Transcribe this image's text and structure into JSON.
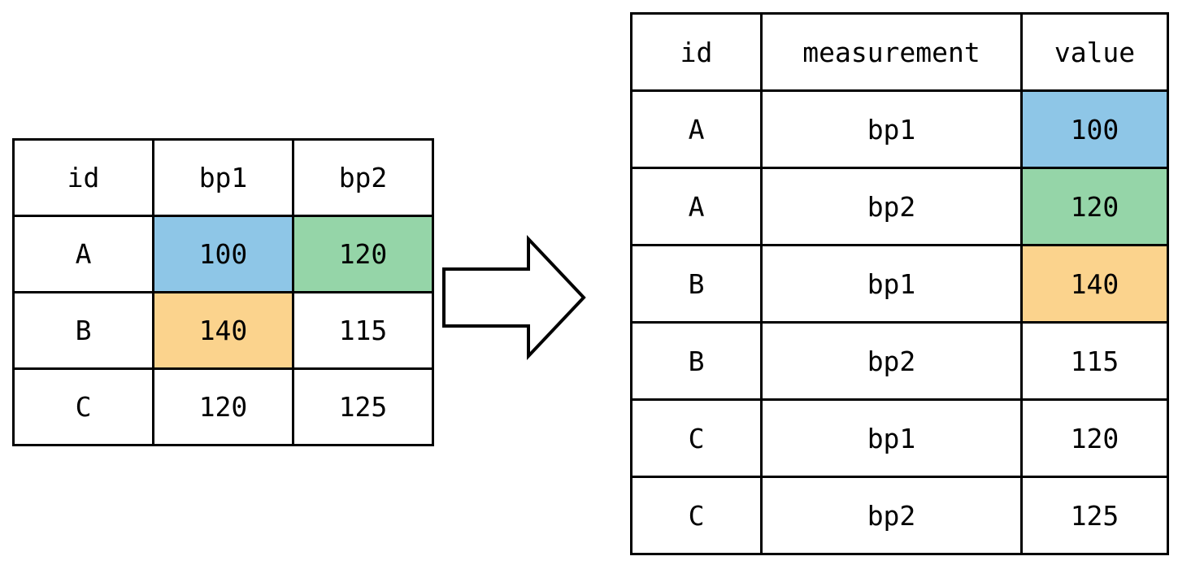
{
  "colors": {
    "blue": "#8ec6e7",
    "green": "#95d5a8",
    "orange": "#fbd38d",
    "border": "#000000",
    "background": "#ffffff"
  },
  "wide_table": {
    "headers": [
      {
        "label": "id",
        "weight": "bold"
      },
      {
        "label": "bp1",
        "weight": "normal"
      },
      {
        "label": "bp2",
        "weight": "normal"
      }
    ],
    "rows": [
      {
        "cells": [
          {
            "text": "A"
          },
          {
            "text": "100",
            "hl": "blue"
          },
          {
            "text": "120",
            "hl": "green"
          }
        ]
      },
      {
        "cells": [
          {
            "text": "B"
          },
          {
            "text": "140",
            "hl": "orange"
          },
          {
            "text": "115"
          }
        ]
      },
      {
        "cells": [
          {
            "text": "C"
          },
          {
            "text": "120"
          },
          {
            "text": "125"
          }
        ]
      }
    ]
  },
  "arrow": {
    "direction": "right"
  },
  "long_table": {
    "headers": [
      {
        "label": "id",
        "weight": "bold"
      },
      {
        "label": "measurement",
        "weight": "bold"
      },
      {
        "label": "value",
        "weight": "bold"
      }
    ],
    "rows": [
      {
        "cells": [
          {
            "text": "A"
          },
          {
            "text": "bp1"
          },
          {
            "text": "100",
            "hl": "blue"
          }
        ]
      },
      {
        "cells": [
          {
            "text": "A"
          },
          {
            "text": "bp2"
          },
          {
            "text": "120",
            "hl": "green"
          }
        ]
      },
      {
        "cells": [
          {
            "text": "B"
          },
          {
            "text": "bp1"
          },
          {
            "text": "140",
            "hl": "orange"
          }
        ]
      },
      {
        "cells": [
          {
            "text": "B"
          },
          {
            "text": "bp2"
          },
          {
            "text": "115"
          }
        ]
      },
      {
        "cells": [
          {
            "text": "C"
          },
          {
            "text": "bp1"
          },
          {
            "text": "120"
          }
        ]
      },
      {
        "cells": [
          {
            "text": "C"
          },
          {
            "text": "bp2"
          },
          {
            "text": "125"
          }
        ]
      }
    ]
  }
}
